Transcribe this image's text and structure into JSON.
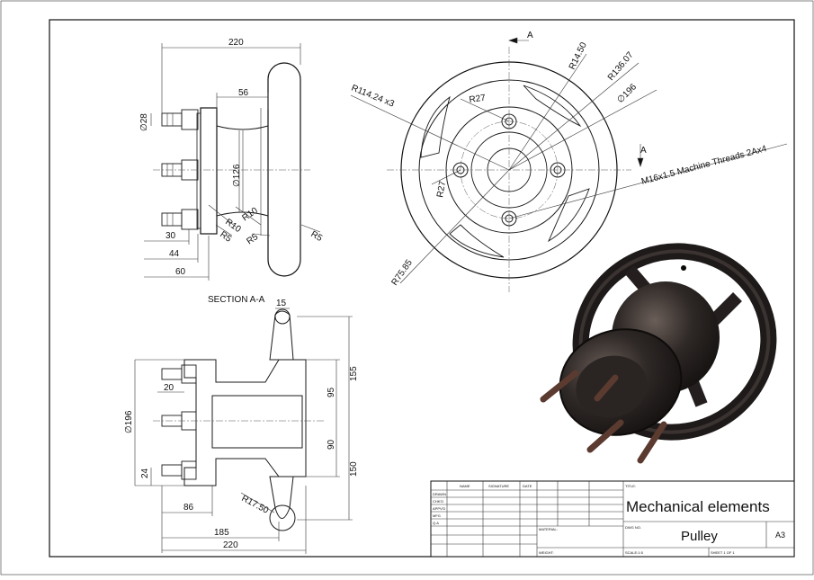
{
  "title_block": {
    "headers": {
      "name": "NAME",
      "signature": "SIGNATURE",
      "date": "DATE",
      "title": "TITLE:"
    },
    "rows": [
      "DRAWN",
      "CHK'D",
      "APPV'D",
      "MFG",
      "Q.A"
    ],
    "material_label": "MATERIAL:",
    "weight_label": "WEIGHT:",
    "dwg_no_label": "DWG NO.",
    "title": "Mechanical elements",
    "dwg_no": "Pulley",
    "size": "A3",
    "scale": "SCALE:1:5",
    "sheet": "SHEET 1 OF 1"
  },
  "side_view": {
    "dims": [
      "220",
      "56",
      "∅28",
      "∅126",
      "R10",
      "R10",
      "R5",
      "R5",
      "R5",
      "30",
      "44",
      "60"
    ]
  },
  "front_view": {
    "section_mark": "A",
    "dims": [
      "R14.50",
      "R136.07",
      "∅196",
      "R27",
      "R114.24 x3",
      "R27",
      "R75.85"
    ],
    "thread_note": "M16x1.5 Machine Threads 2Ax4"
  },
  "section_view": {
    "label": "SECTION A-A",
    "dims": [
      "15",
      "155",
      "95",
      "90",
      "150",
      "20",
      "∅196",
      "24",
      "86",
      "R17.50",
      "185",
      "220"
    ]
  }
}
